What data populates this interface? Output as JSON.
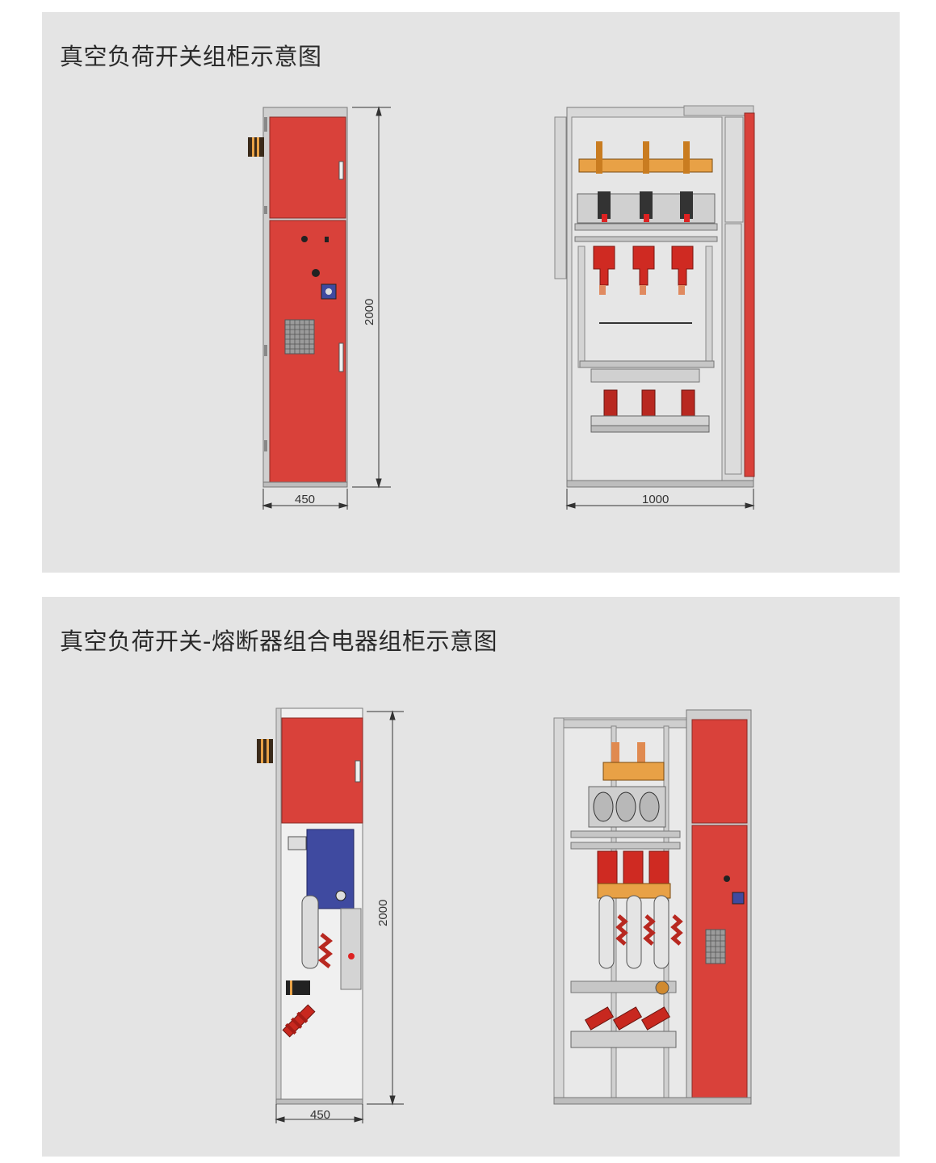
{
  "panels": [
    {
      "title": "真空负荷开关组柜示意图",
      "dimensions": {
        "height": "2000",
        "width_side": "450",
        "width_front": "1000"
      }
    },
    {
      "title": "真空负荷开关-熔断器组合电器组柜示意图",
      "dimensions": {
        "height": "2000",
        "width_side": "450"
      }
    }
  ],
  "colors": {
    "background": "#e4e4e4",
    "cabinet_red": "#d9413a",
    "frame_grey": "#c9c9c9",
    "mechanism_blue": "#3f4aa0",
    "copper": "#e8a146"
  }
}
